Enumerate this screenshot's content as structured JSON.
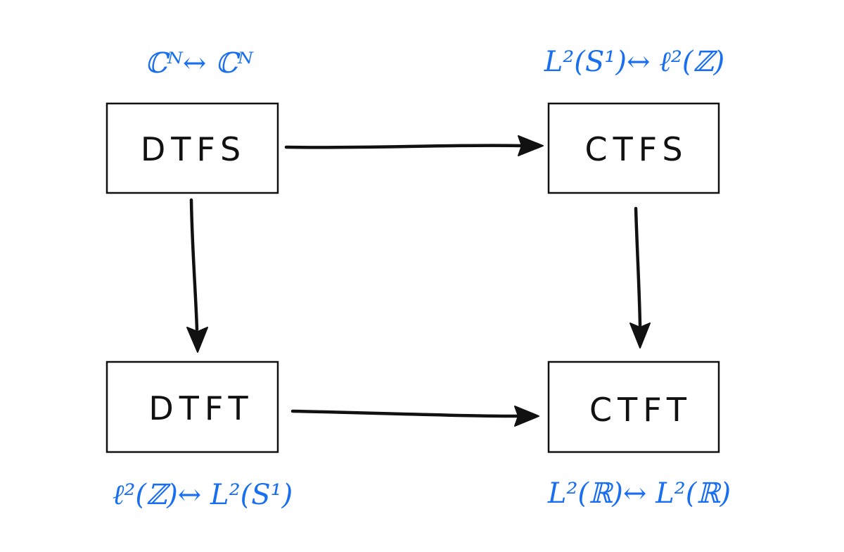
{
  "boxes": {
    "dtfs": "DTFS",
    "ctfs": "CTFS",
    "dtft": "DTFT",
    "ctft": "CTFT"
  },
  "spaces": {
    "dtfs": "ℂᴺ↔ ℂᴺ",
    "ctfs": "L²(S¹)↔ ℓ²(ℤ)",
    "dtft": "ℓ²(ℤ)↔ L²(S¹)",
    "ctft": "L²(ℝ)↔ L²(ℝ)"
  },
  "colors": {
    "ink": "#111111",
    "annotation": "#1a6ff0"
  },
  "edges": [
    {
      "from": "DTFS",
      "to": "CTFS"
    },
    {
      "from": "DTFS",
      "to": "DTFT"
    },
    {
      "from": "CTFS",
      "to": "CTFT"
    },
    {
      "from": "DTFT",
      "to": "CTFT"
    }
  ]
}
